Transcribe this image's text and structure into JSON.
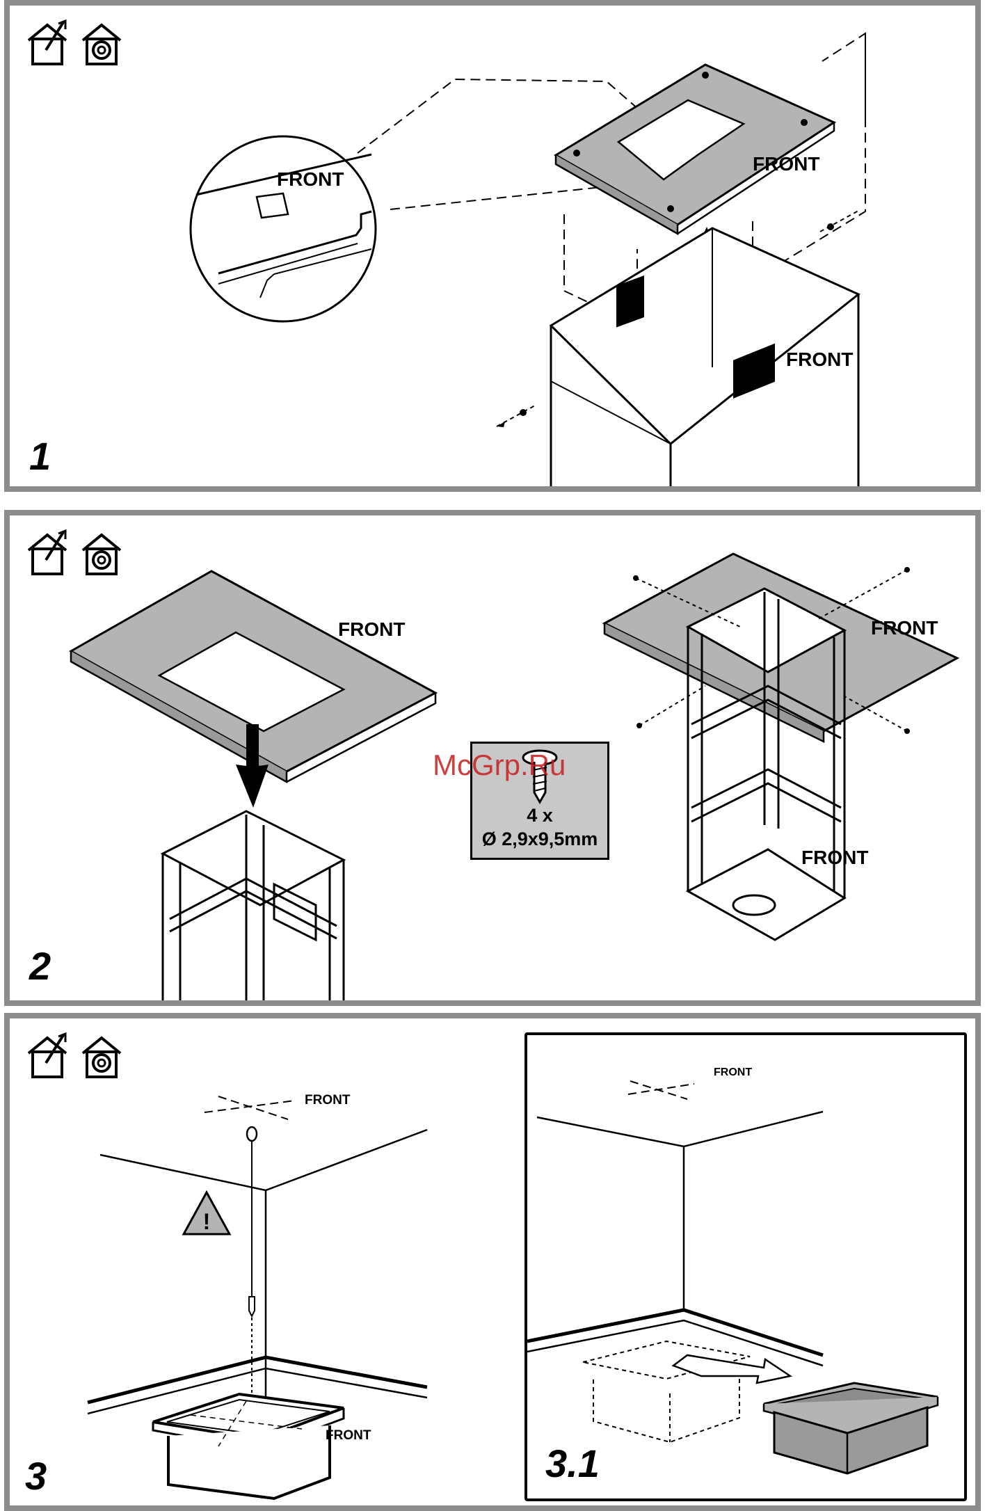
{
  "panels": [
    {
      "step": "1",
      "labels": {
        "front_zoom": "FRONT",
        "front_plate": "FRONT",
        "front_chimney": "FRONT"
      },
      "icons": [
        "house-exhaust-icon",
        "house-recirculation-icon"
      ]
    },
    {
      "step": "2",
      "labels": {
        "front_plate": "FRONT",
        "front_frame_top": "FRONT",
        "front_frame_bottom": "FRONT"
      },
      "icons": [
        "house-exhaust-icon",
        "house-recirculation-icon"
      ],
      "screws": {
        "quantity": "4 x",
        "size": "Ø 2,9x9,5mm"
      }
    },
    {
      "step": "3",
      "labels": {
        "front_ceiling": "FRONT",
        "front_box": "FRONT"
      },
      "icons": [
        "house-exhaust-icon",
        "house-recirculation-icon"
      ],
      "inset": {
        "step": "3.1",
        "front_ceiling": "FRONT"
      }
    }
  ],
  "watermark": "McGrp.Ru",
  "colors": {
    "frame": "#8c8c8c",
    "part_fill": "#b4b4b4",
    "screw_box": "#c8c8c8",
    "watermark": "#c81e1e"
  }
}
